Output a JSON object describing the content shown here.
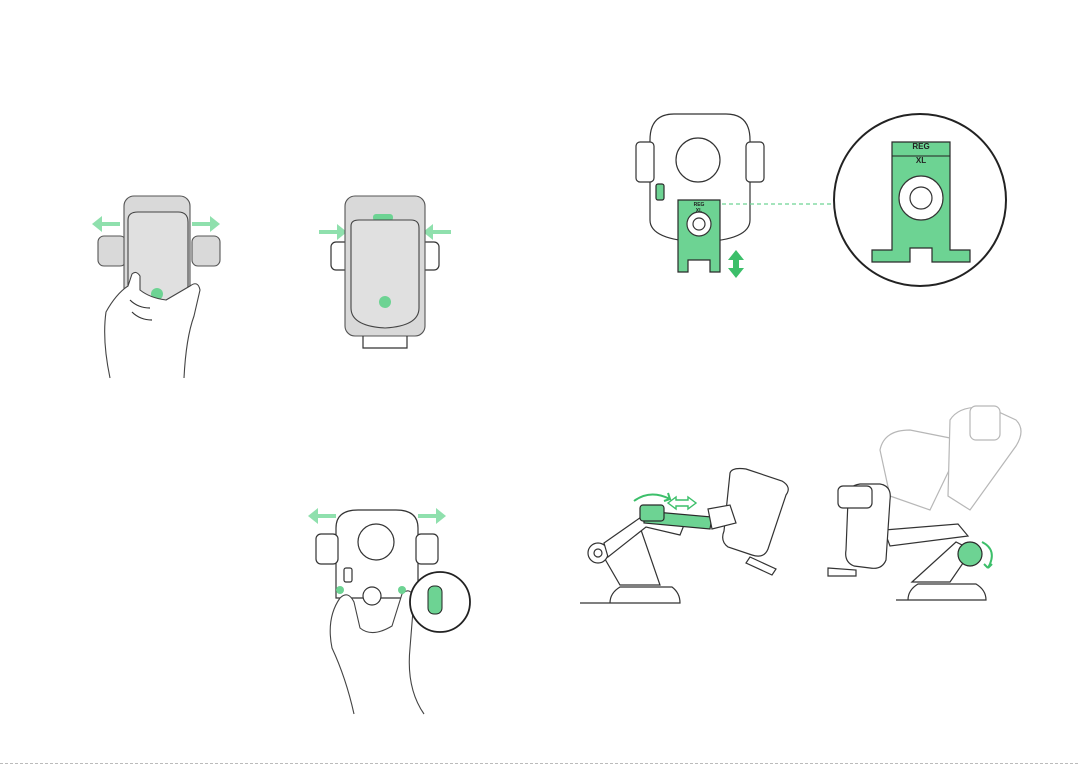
{
  "labels": {
    "reg": "REG",
    "xl": "XL",
    "reg_small": "REG",
    "xl_small": "XL"
  },
  "colors": {
    "accent_green": "#6dd393",
    "arrow_green": "#8fe0ad",
    "line_dark": "#333333",
    "phone_grey": "#d9d9d9"
  },
  "icons": [
    "arrow-left-icon",
    "arrow-right-icon",
    "arrow-vertical-icon",
    "rotate-arrow-icon"
  ]
}
